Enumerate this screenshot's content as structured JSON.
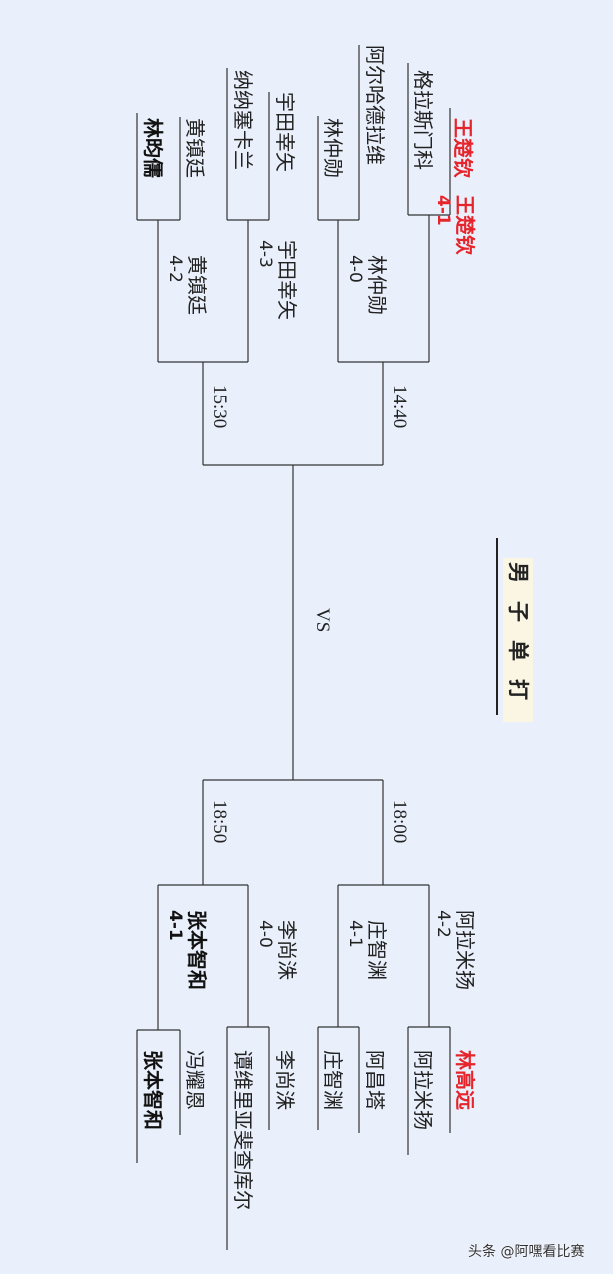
{
  "title": "男子单打",
  "watermark": "头条 @阿嘿看比赛",
  "vs_label": "VS",
  "colors": {
    "winner_highlight": "#e5242b",
    "background": "#eaf0fb",
    "line": "#333333"
  },
  "top_half": {
    "round1": [
      {
        "players": [
          "王楚钦",
          "格拉斯门科"
        ]
      },
      {
        "players": [
          "阿尔哈德拉维",
          "林仲勋"
        ]
      },
      {
        "players": [
          "宇田幸矢",
          "纳纳塞卡兰"
        ]
      },
      {
        "players": [
          "黄镇廷",
          "林昀儒"
        ]
      }
    ],
    "results": [
      {
        "winner": "王楚钦",
        "score": "4-1"
      },
      {
        "winner": "林仲勋",
        "score": "4-0"
      },
      {
        "winner": "宇田幸矢",
        "score": "4-3"
      },
      {
        "winner": "黄镇廷",
        "score": "4-2"
      }
    ],
    "times": [
      "14:40",
      "15:30"
    ]
  },
  "bottom_half": {
    "round1": [
      {
        "players": [
          "林高远",
          "阿拉米扬"
        ]
      },
      {
        "players": [
          "阿昌塔",
          "庄智渊"
        ]
      },
      {
        "players": [
          "李尚洙",
          "谭维里亚斐查库尔"
        ]
      },
      {
        "players": [
          "冯耀恩",
          "张本智和"
        ]
      }
    ],
    "results": [
      {
        "winner": "阿拉米扬",
        "score": "4-2"
      },
      {
        "winner": "庄智渊",
        "score": "4-1"
      },
      {
        "winner": "李尚洙",
        "score": "4-0"
      },
      {
        "winner": "张本智和",
        "score": "4-1"
      }
    ],
    "times": [
      "18:00",
      "18:50"
    ]
  }
}
